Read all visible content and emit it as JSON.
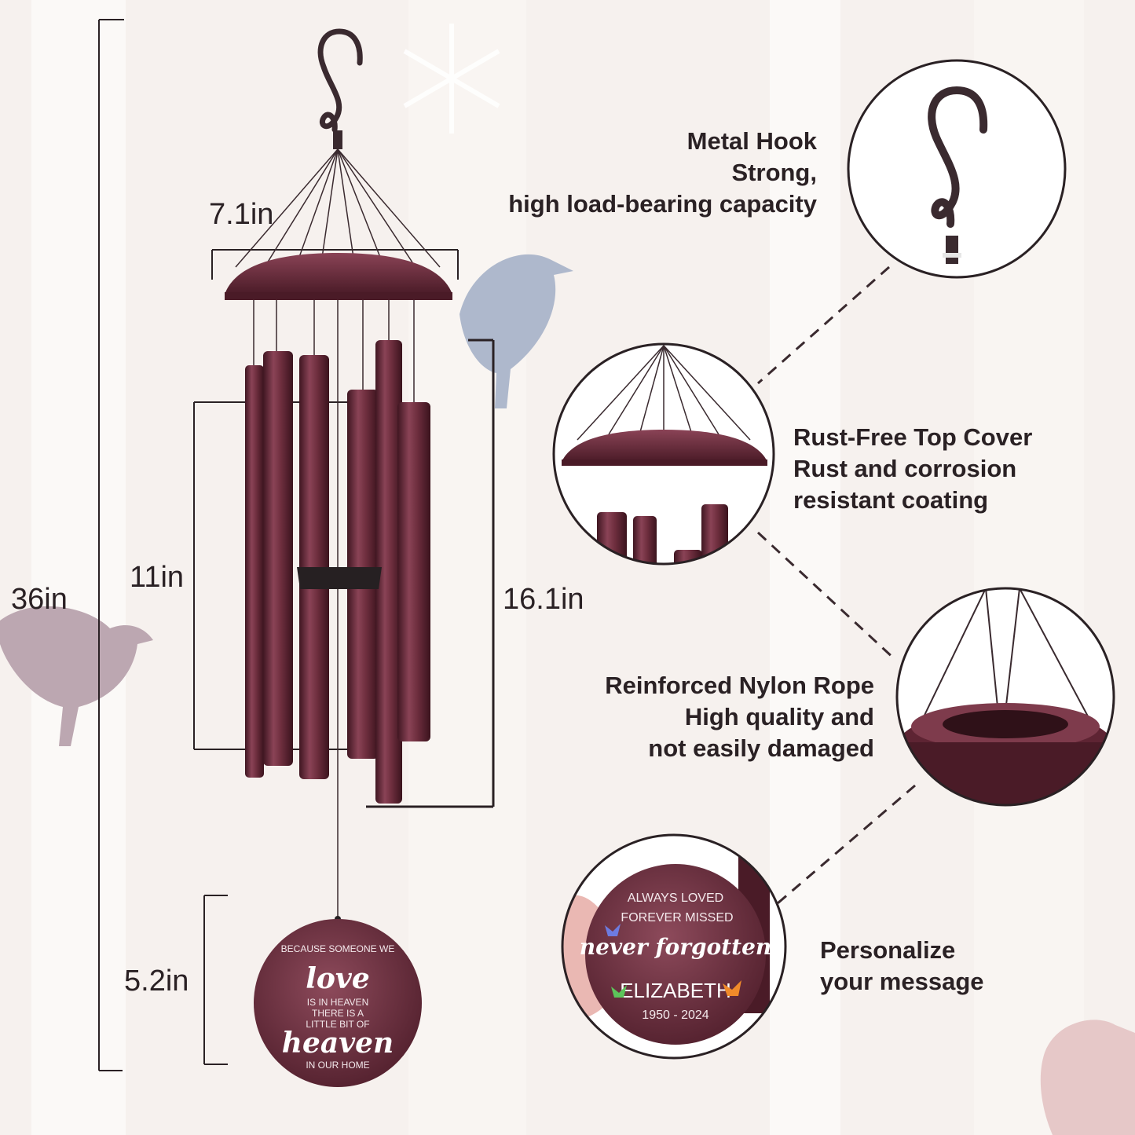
{
  "dimensions": {
    "total_height": "36in",
    "top_width": "7.1in",
    "bracket_left": "11in",
    "bracket_right": "16.1in",
    "pendant_height": "5.2in"
  },
  "features": {
    "hook": {
      "title": "Metal Hook",
      "line1": "Strong,",
      "line2": "high load-bearing capacity"
    },
    "cover": {
      "title": "Rust-Free Top Cover",
      "line1": "Rust and corrosion",
      "line2": "resistant coating"
    },
    "rope": {
      "title": "Reinforced Nylon Rope",
      "line1": "High quality and",
      "line2": "not easily damaged"
    },
    "personalize": {
      "title": "Personalize",
      "line1": "your message"
    }
  },
  "pendant_main": {
    "line1": "BECAUSE SOMEONE WE",
    "line2": "love",
    "line3": "IS IN HEAVEN",
    "line4": "THERE IS A",
    "line5": "LITTLE BIT OF",
    "line6": "heaven",
    "line7": "IN OUR HOME"
  },
  "pendant_custom": {
    "line1": "ALWAYS LOVED",
    "line2": "FOREVER MISSED",
    "line3": "never forgotten",
    "line4": "ELIZABETH",
    "line5": "1950 - 2024"
  },
  "colors": {
    "metal": "#6e2e3e",
    "metal_dark": "#3f1621",
    "metal_light": "#9a5566",
    "text": "#2a2124",
    "line": "#2a2124",
    "bird_blue": "#aeb8cc",
    "bird_mauve": "#bca7b1",
    "bird_pink": "#e6c8c8"
  }
}
